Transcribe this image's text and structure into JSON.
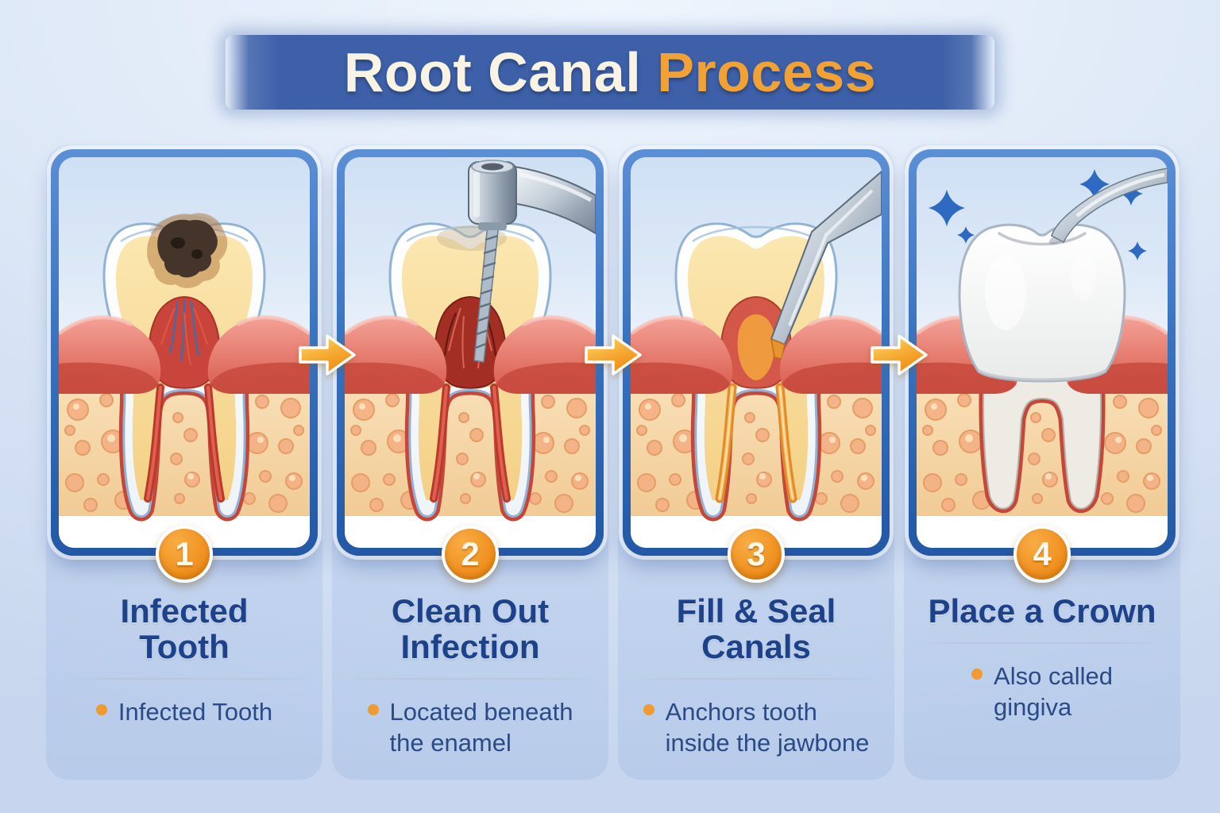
{
  "header": {
    "title_primary": "Root Canal",
    "title_accent": "Process"
  },
  "steps": [
    {
      "number": "1",
      "title": "Infected\nTooth",
      "bullet": "Infected Tooth"
    },
    {
      "number": "2",
      "title": "Clean Out\nInfection",
      "bullet": "Located beneath\nthe enamel"
    },
    {
      "number": "3",
      "title": "Fill & Seal\nCanals",
      "bullet": "Anchors tooth\ninside the jawbone"
    },
    {
      "number": "4",
      "title": "Place a Crown",
      "bullet": "Also called\ngingiva"
    }
  ],
  "icons": {
    "step_arrow": "right-arrow",
    "sparkles": "sparkle",
    "instruments": [
      "dental-drill-handpiece",
      "root-canal-file",
      "filling-applicator",
      "crown-placement-instrument"
    ]
  },
  "colors": {
    "banner_blue": "#3d60a8",
    "title_cream": "#f8f3e2",
    "title_accent_orange": "#f2a235",
    "card_border_blue": "#2a63b2",
    "step_title_text": "#1d4289",
    "body_text": "#2a4b86",
    "accent_orange": "#f09a32",
    "gum_red": "#d8594b",
    "bone_tan": "#f6d8ab",
    "pulp_red": "#c9443a",
    "filling_orange": "#ef9a3f"
  }
}
